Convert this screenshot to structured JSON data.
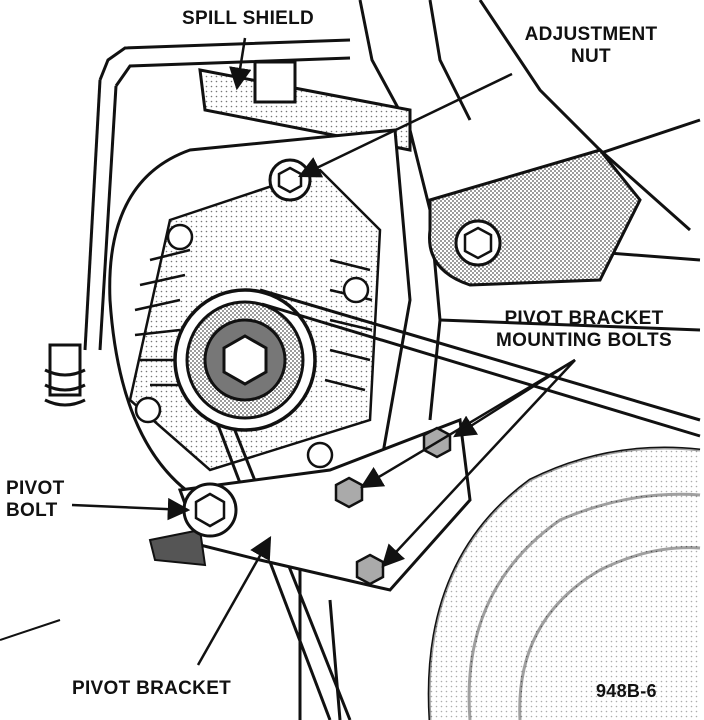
{
  "labels": {
    "spill_shield": "SPILL SHIELD",
    "adjustment_nut_line1": "ADJUSTMENT",
    "adjustment_nut_line2": "NUT",
    "pivot_bracket_bolts_line1": "PIVOT BRACKET",
    "pivot_bracket_bolts_line2": "MOUNTING BOLTS",
    "pivot_bolt_line1": "PIVOT",
    "pivot_bolt_line2": "BOLT",
    "pivot_bracket": "PIVOT BRACKET",
    "figure_id": "948B-6"
  },
  "colors": {
    "ink": "#111111",
    "shade": "#c8c8c8",
    "paper": "#ffffff"
  }
}
